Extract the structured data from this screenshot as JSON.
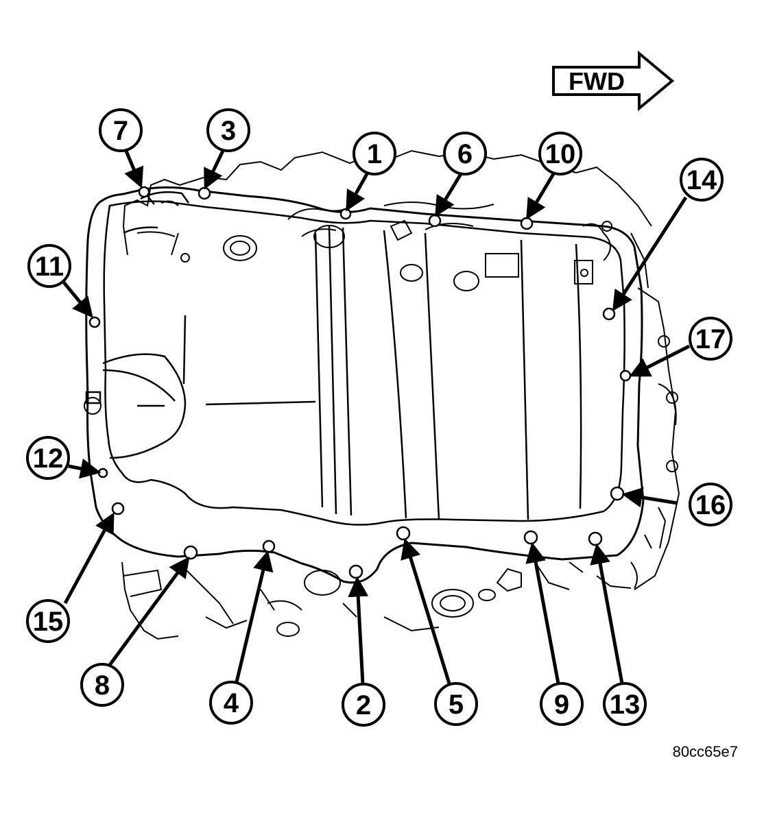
{
  "direction": {
    "label": "FWD"
  },
  "figure_id": "80cc65e7",
  "callouts": [
    {
      "number": "1"
    },
    {
      "number": "2"
    },
    {
      "number": "3"
    },
    {
      "number": "4"
    },
    {
      "number": "5"
    },
    {
      "number": "6"
    },
    {
      "number": "7"
    },
    {
      "number": "8"
    },
    {
      "number": "9"
    },
    {
      "number": "10"
    },
    {
      "number": "11"
    },
    {
      "number": "12"
    },
    {
      "number": "13"
    },
    {
      "number": "14"
    },
    {
      "number": "15"
    },
    {
      "number": "16"
    },
    {
      "number": "17"
    }
  ],
  "colors": {
    "ink": "#000000",
    "paper": "#ffffff"
  }
}
